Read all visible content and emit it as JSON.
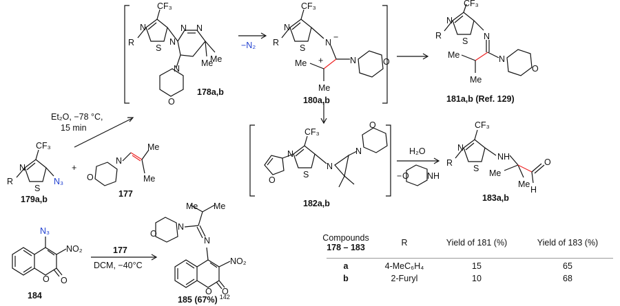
{
  "scheme": {
    "cmpd_179": "179a,b",
    "cmpd_177": "177",
    "cmpd_178": "178a,b",
    "cmpd_180": "180a,b",
    "cmpd_181": "181a,b (Ref. 129)",
    "cmpd_182": "182a,b",
    "cmpd_183": "183a,b",
    "cmpd_184": "184",
    "cmpd_185": "185 (67%)",
    "ref_185": "142",
    "cond1_line1": "Et₂O, −78 °C,",
    "cond1_line2": "15 min",
    "cond_n2": "−N₂",
    "cond_h2o": "H₂O",
    "cond_184_reagent": "177",
    "cond_184_line2": "DCM, −40°C",
    "plus": "+",
    "atoms": {
      "cf3": "CF₃",
      "n3": "N₃",
      "no2": "NO₂",
      "me": "Me",
      "r": "R",
      "n": "N",
      "s": "S",
      "o": "O",
      "nh": "NH",
      "h": "H",
      "minus": "−",
      "plus_charge": "+",
      "n_minus": "N⁻"
    }
  },
  "table": {
    "headers": {
      "compounds_line1": "Compounds",
      "compounds_line2": "178 – 183",
      "r": "R",
      "yield181": "Yield of 181 (%)",
      "yield183": "Yield of 183 (%)"
    },
    "rows": [
      {
        "cmpd": "a",
        "r": "4-MeC₆H₄",
        "y181": "15",
        "y183": "65"
      },
      {
        "cmpd": "b",
        "r": "2-Furyl",
        "y181": "10",
        "y183": "68"
      }
    ]
  }
}
